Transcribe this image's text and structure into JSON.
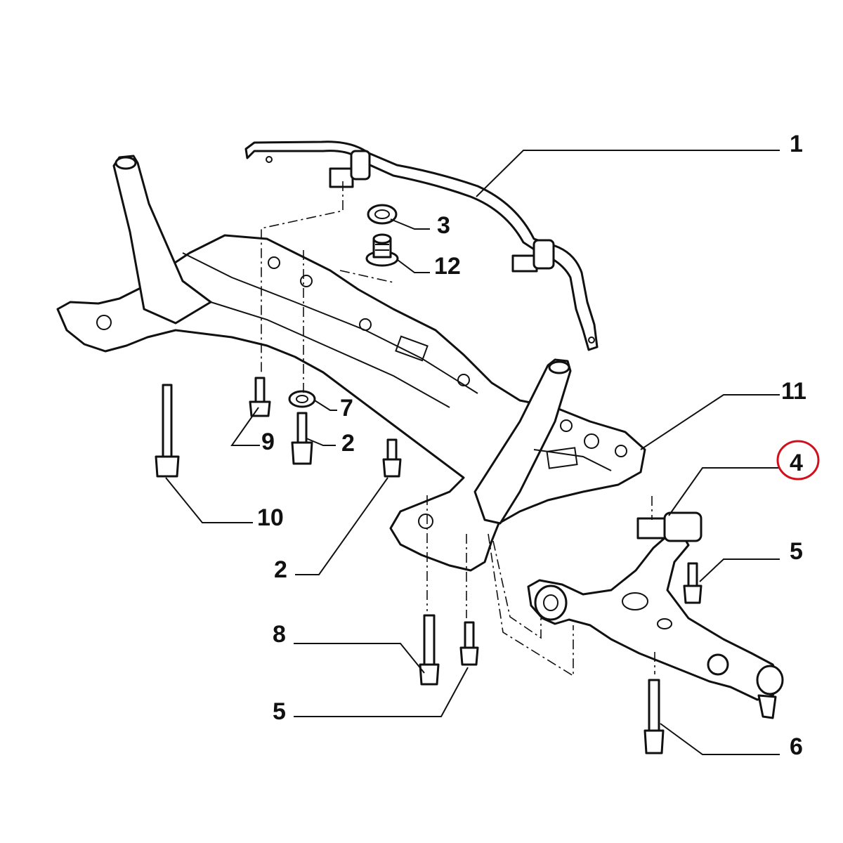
{
  "callouts": {
    "c1": "1",
    "c2a": "2",
    "c2b": "2",
    "c3": "3",
    "c4": "4",
    "c5a": "5",
    "c5b": "5",
    "c6": "6",
    "c7": "7",
    "c8": "8",
    "c9": "9",
    "c10": "10",
    "c11": "11",
    "c12": "12"
  },
  "highlight": {
    "callout": "4",
    "color": "#d0101c"
  }
}
